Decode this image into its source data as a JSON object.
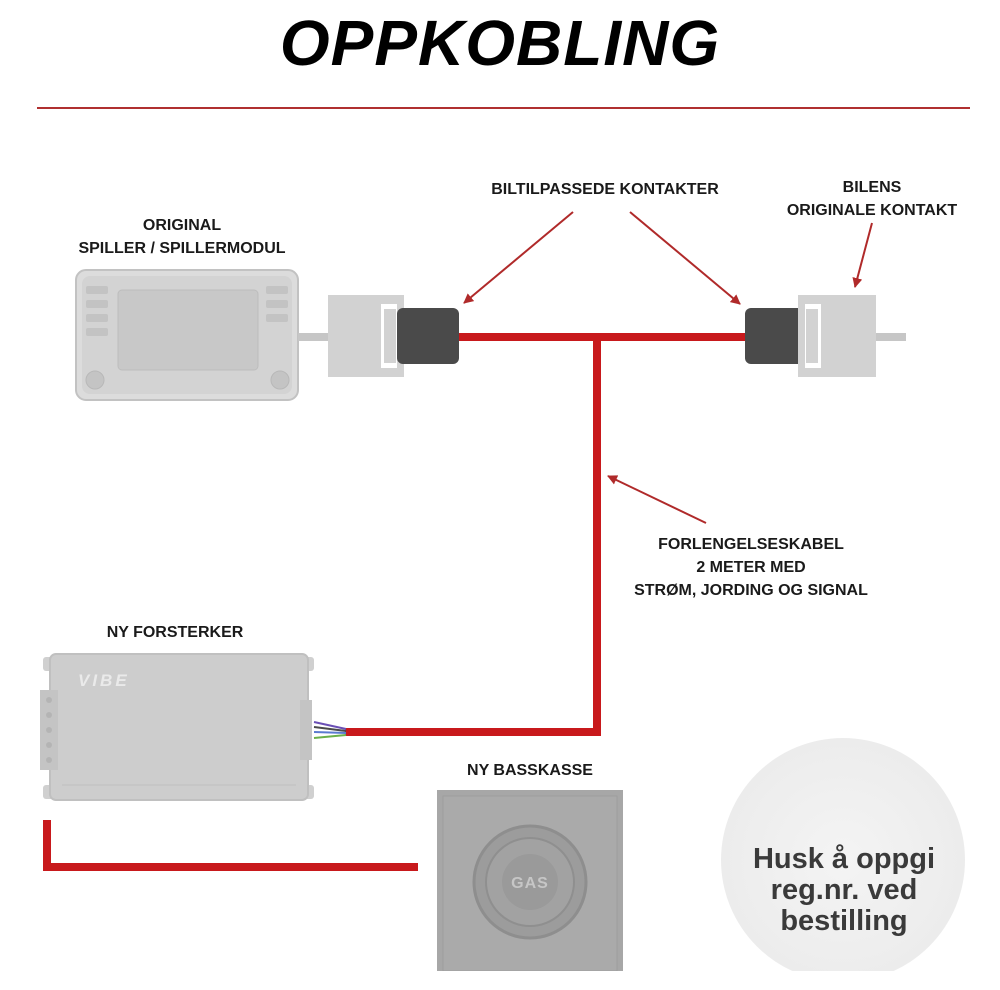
{
  "title": "OPPKOBLING",
  "labels": {
    "original_player": [
      "ORIGINAL",
      "SPILLER / SPILLERMODUL"
    ],
    "vehicle_connectors": "BILTILPASSEDE KONTAKTER",
    "car_original_connector": [
      "BILENS",
      "ORIGINALE KONTAKT"
    ],
    "extension_cable": [
      "FORLENGELSESKABEL",
      "2 METER MED",
      "STRØM, JORDING OG SIGNAL"
    ],
    "new_amplifier": "NY FORSTERKER",
    "new_subwoofer": "NY BASSKASSE"
  },
  "amplifier_logo": "VIBE",
  "subwoofer_logo": "GAS",
  "note": [
    "Husk å oppgi",
    "reg.nr. ved",
    "bestilling"
  ],
  "colors": {
    "cable": "#c8191c",
    "divider": "#b03030",
    "arrow": "#b02a2a",
    "connector_dark": "#4a4a4a",
    "connector_light": "#d2d2d2",
    "device_gray": "#c9c9c9"
  }
}
